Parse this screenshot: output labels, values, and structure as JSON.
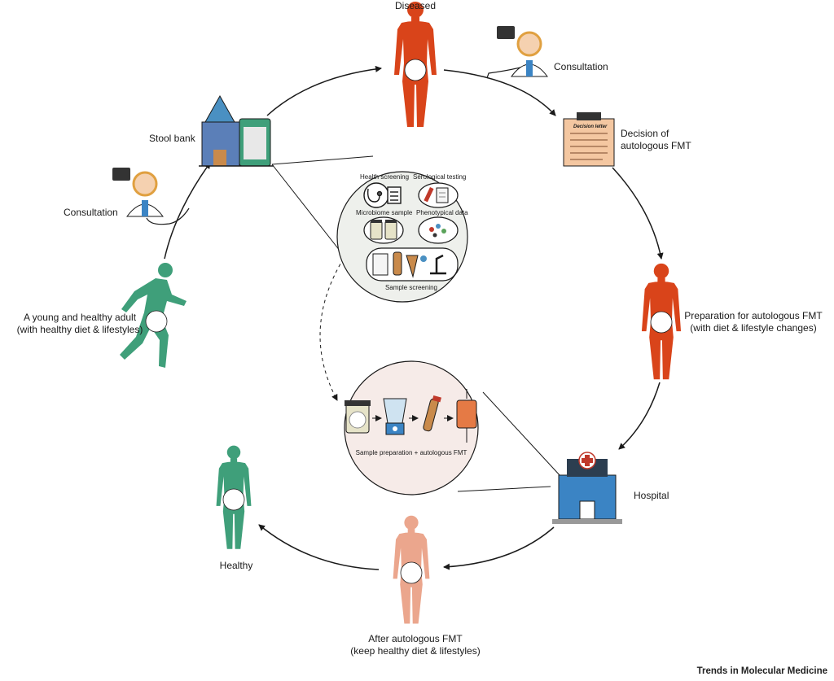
{
  "nodes": {
    "diseased": "Diseased",
    "consultation_top": "Consultation",
    "decision": "Decision of\nautologous FMT",
    "preparation": "Preparation for autologous FMT\n(with diet & lifestyle changes)",
    "hospital": "Hospital",
    "after": "After autologous FMT\n(keep healthy diet & lifestyles)",
    "healthy": "Healthy",
    "young_adult": "A young and healthy adult\n(with healthy diet & lifestyles)",
    "consultation_left": "Consultation",
    "stool_bank": "Stool bank"
  },
  "screening_panel": {
    "health_screening": "Health screening",
    "serological_testing": "Serological testing",
    "microbiome_sample": "Microbiome sample",
    "phenotypical_data": "Phenotypical data",
    "sample_screening": "Sample screening"
  },
  "preparation_panel": {
    "caption": "Sample preparation + autologous FMT"
  },
  "decision_letter": {
    "title": "Decision letter"
  },
  "footer": {
    "brand": "Trends in Molecular Medicine"
  },
  "colors": {
    "diseased": "#d9441a",
    "healthy": "#3f9f7a",
    "after": "#eba68d",
    "panel_top": "#eef0ec",
    "panel_bottom": "#f6ebe8",
    "ink": "#1a1a1a"
  }
}
